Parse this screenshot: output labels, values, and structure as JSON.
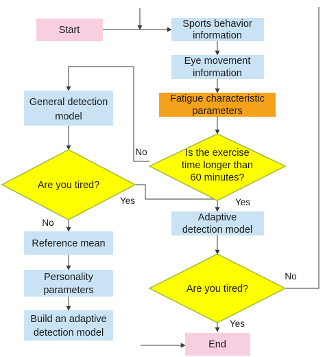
{
  "colors": {
    "blue_box": "#c9e3f5",
    "pink_box": "#f7cfe0",
    "orange_box": "#f4a21b",
    "yellow_diamond": "#ffff00",
    "diamond_border": "#9bbb3a",
    "edge": "#3a3a3a",
    "text": "#1a1a1a"
  },
  "nodes": {
    "start": {
      "text": "Start"
    },
    "sports_behavior": {
      "line1": "Sports behavior",
      "line2": "information"
    },
    "eye_movement": {
      "line1": "Eye movement",
      "line2": "information"
    },
    "fatigue": {
      "line1": "Fatigue characteristic",
      "line2": "parameters"
    },
    "exercise_time": {
      "line1": "Is the exercise",
      "line2": "time longer than",
      "line3": "60 minutes?"
    },
    "adaptive_detection": {
      "line1": "Adaptive",
      "line2": "detection model"
    },
    "tired_right": {
      "text": "Are you tired?"
    },
    "end": {
      "text": "End"
    },
    "general_detection": {
      "line1": "General detection",
      "line2": "model"
    },
    "tired_left": {
      "text": "Are you tired?"
    },
    "reference_mean": {
      "text": "Reference mean"
    },
    "personality": {
      "line1": "Personality",
      "line2": "parameters"
    },
    "build_adaptive": {
      "line1": "Build an adaptive",
      "line2": "detection model"
    }
  },
  "edge_labels": {
    "no_exercise": "No",
    "yes_exercise": "Yes",
    "yes_tired_left": "Yes",
    "no_tired_left": "No",
    "no_tired_right": "No",
    "yes_tired_right": "Yes"
  }
}
